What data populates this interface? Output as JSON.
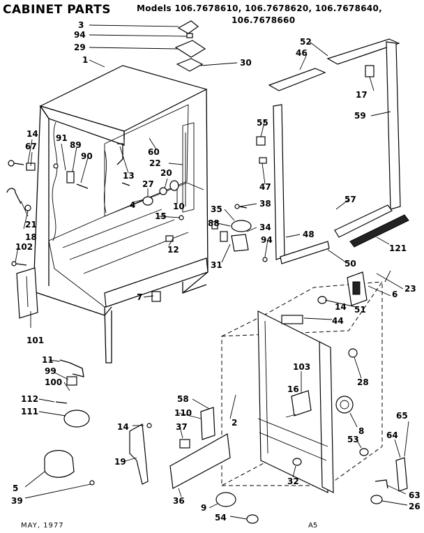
{
  "title": "CABINET PARTS",
  "models_line1": "Models 106.7678610, 106.7678620, 106.7678640,",
  "models_line2": "106.7678660",
  "footer": {
    "date": "MAY, 1977",
    "code": "A5"
  },
  "callouts": [
    "3",
    "94",
    "29",
    "30",
    "1",
    "52",
    "46",
    "17",
    "59",
    "14",
    "67",
    "91",
    "89",
    "90",
    "13",
    "60",
    "22",
    "55",
    "20",
    "27",
    "10",
    "4",
    "38",
    "15",
    "35",
    "88",
    "34",
    "47",
    "21",
    "18",
    "102",
    "12",
    "31",
    "94",
    "48",
    "57",
    "121",
    "50",
    "23",
    "6",
    "51",
    "14",
    "44",
    "7",
    "101",
    "11",
    "99",
    "100",
    "112",
    "111",
    "58",
    "103",
    "16",
    "28",
    "110",
    "37",
    "14",
    "19",
    "2",
    "8",
    "53",
    "65",
    "64",
    "5",
    "39",
    "36",
    "32",
    "9",
    "54",
    "63",
    "26"
  ]
}
